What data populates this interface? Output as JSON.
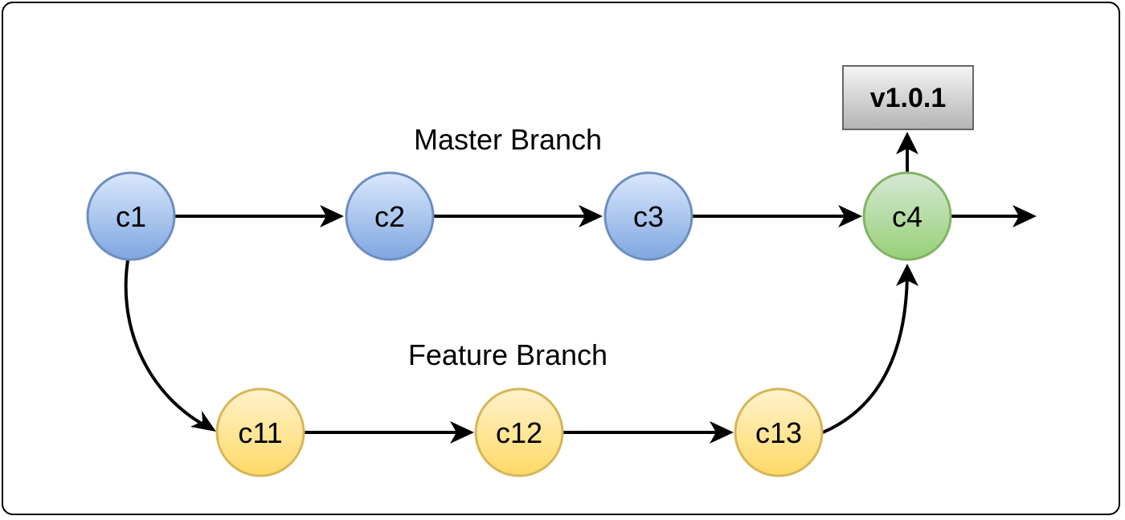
{
  "labels": {
    "master_branch": "Master Branch",
    "feature_branch": "Feature Branch",
    "tag": "v1.0.1"
  },
  "commits": {
    "c1": "c1",
    "c2": "c2",
    "c3": "c3",
    "c4": "c4",
    "c11": "c11",
    "c12": "c12",
    "c13": "c13"
  },
  "colors": {
    "master_fill_top": "#dae8fc",
    "master_fill_bottom": "#7ea6e0",
    "master_stroke": "#6c8ebf",
    "feature_fill_top": "#fff2cc",
    "feature_fill_bottom": "#ffd966",
    "feature_stroke": "#d6b656",
    "merge_fill_top": "#d5e8d4",
    "merge_fill_bottom": "#97d077",
    "merge_stroke": "#82b366",
    "tag_fill_top": "#f5f5f5",
    "tag_fill_bottom": "#b3b3b3",
    "tag_stroke": "#666666"
  }
}
